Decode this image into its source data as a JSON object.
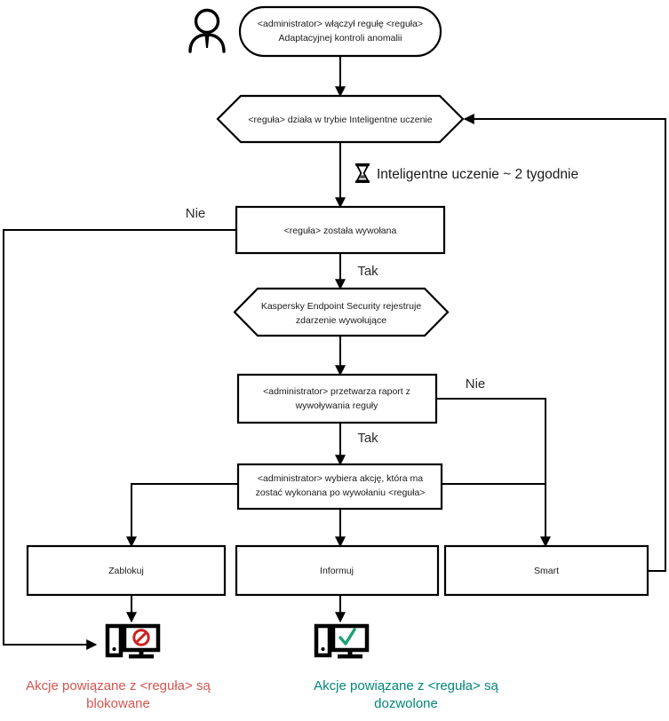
{
  "diagram": {
    "title": "Adaptacyjna kontrola anomalii - schemat dzialania reguly",
    "colors": {
      "stroke": "#000000",
      "shape_fill": "#ffffff",
      "blocked": "#d9534f",
      "allowed": "#008877",
      "background": "#ffffff"
    },
    "nodes": {
      "actor": {
        "icon": "person-icon"
      },
      "start": {
        "shape": "rounded-rectangle",
        "line1": "<administrator> włączył regułę <reguła>",
        "line2": "Adaptacyjnej kontroli anomalii"
      },
      "smart_mode": {
        "shape": "hexagon",
        "line1": "<reguła> działa w trybie Inteligentne uczenie"
      },
      "learning_note": {
        "icon": "hourglass-icon",
        "text": "Inteligentne uczenie ~ 2 tygodnie"
      },
      "rule_triggered": {
        "shape": "rectangle",
        "line1": "<reguła> została wywołana"
      },
      "kes_logs": {
        "shape": "hexagon",
        "line1": "Kaspersky Endpoint Security rejestruje",
        "line2": "zdarzenie wywołujące"
      },
      "admin_report": {
        "shape": "rectangle",
        "line1": "<administrator> przetwarza raport z",
        "line2": "wywoływania reguły"
      },
      "admin_action": {
        "shape": "rectangle",
        "line1": "<administrator> wybiera akcję, która ma",
        "line2": "zostać wykonana po wywołaniu <reguła>"
      },
      "action_block": {
        "shape": "rectangle",
        "label": "Zablokuj"
      },
      "action_inform": {
        "shape": "rectangle",
        "label": "Informuj"
      },
      "action_smart": {
        "shape": "rectangle",
        "label": "Smart"
      }
    },
    "edge_labels": {
      "no_triggered": "Nie",
      "yes_triggered": "Tak",
      "no_report": "Nie",
      "yes_report": "Tak"
    },
    "outcomes": {
      "blocked": {
        "icon": "monitor-blocked-icon",
        "line1": "Akcje powiązane z <reguła> są",
        "line2": "blokowane",
        "color": "#d9534f"
      },
      "allowed": {
        "icon": "monitor-allowed-icon",
        "line1": "Akcje powiązane z <reguła> są",
        "line2": "dozwolone",
        "color": "#008877"
      }
    }
  }
}
